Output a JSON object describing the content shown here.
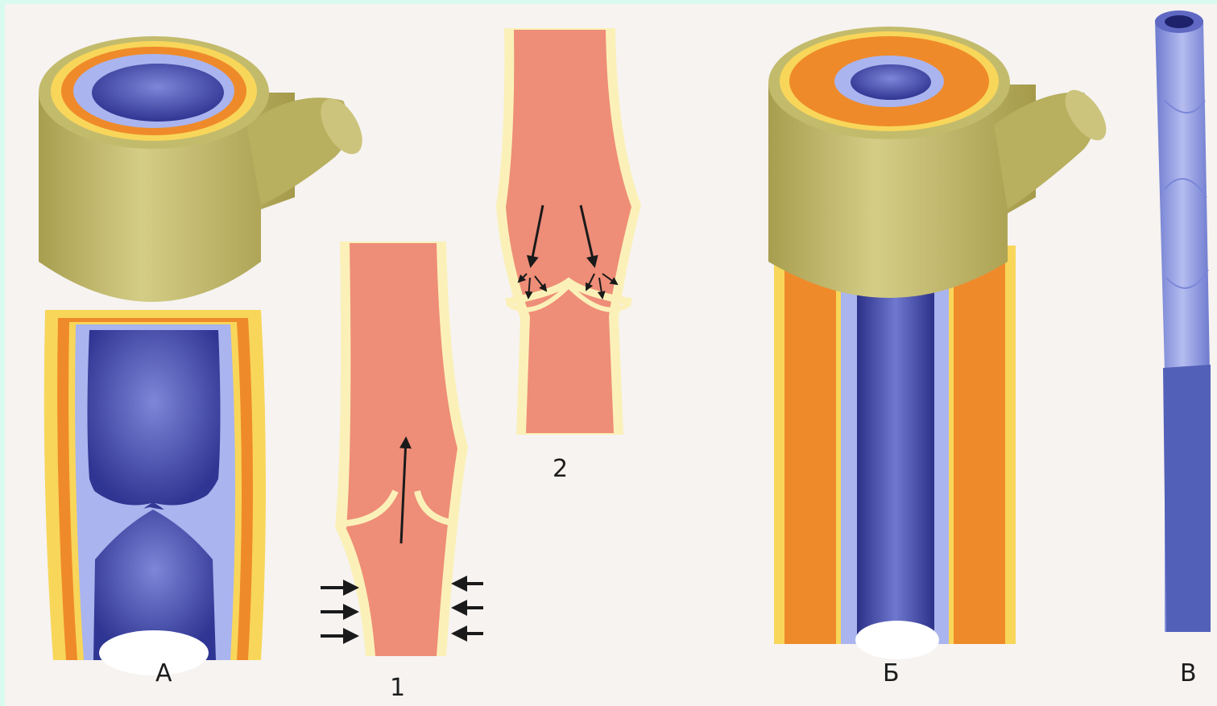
{
  "labels": {
    "vein": "А",
    "artery": "Б",
    "capillary": "В",
    "valve_open": "1",
    "valve_closed": "2"
  },
  "colors": {
    "background": "#f6f3f1",
    "frame": "#d9fbef",
    "connective_tissue": "#c3bb6c",
    "muscle_layer": "#ef8a2a",
    "elastic_layer": "#f8d65a",
    "endothelium": "#aab4ee",
    "lumen": "#3e46a8",
    "blood": "#ee8d78",
    "valve_wall": "#fbf1b8",
    "arrow": "#1a1a1a"
  }
}
